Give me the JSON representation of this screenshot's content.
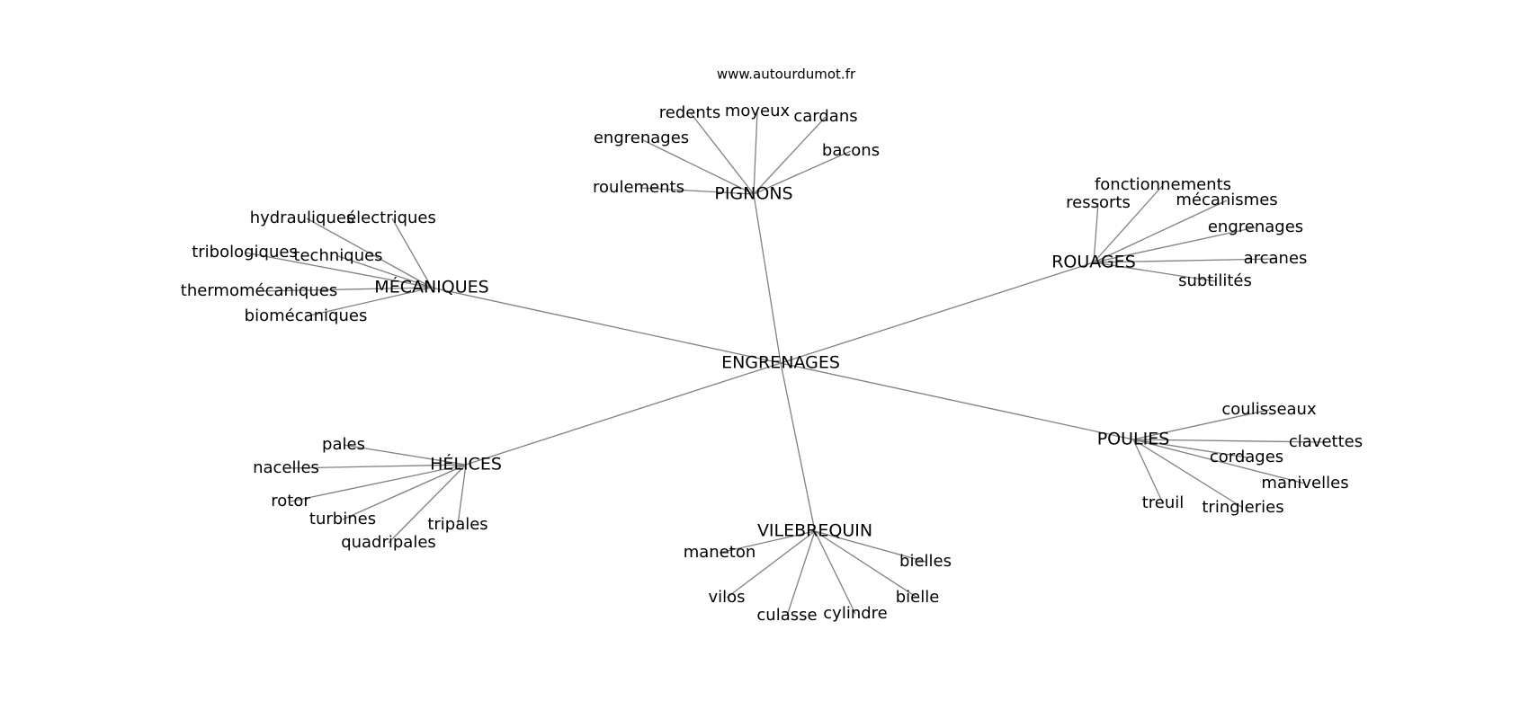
{
  "site": "www.autourdumot.fr",
  "center": "ENGRENAGES",
  "groups": [
    {
      "hub": "PIGNONS",
      "words": [
        "redents",
        "moyeux",
        "cardans",
        "engrenages",
        "bacons",
        "roulements"
      ]
    },
    {
      "hub": "ROUAGES",
      "words": [
        "fonctionnements",
        "ressorts",
        "mécanismes",
        "engrenages",
        "arcanes",
        "subtilités"
      ]
    },
    {
      "hub": "MÉCANIQUES",
      "words": [
        "hydrauliques",
        "électriques",
        "tribologiques",
        "techniques",
        "thermomécaniques",
        "biomécaniques"
      ]
    },
    {
      "hub": "HÉLICES",
      "words": [
        "pales",
        "nacelles",
        "rotor",
        "turbines",
        "quadripales",
        "tripales"
      ]
    },
    {
      "hub": "VILEBREQUIN",
      "words": [
        "maneton",
        "bielles",
        "vilos",
        "culasse",
        "cylindre",
        "bielle"
      ]
    },
    {
      "hub": "POULIES",
      "words": [
        "coulisseaux",
        "clavettes",
        "cordages",
        "manivelles",
        "treuil",
        "tringleries"
      ]
    }
  ]
}
